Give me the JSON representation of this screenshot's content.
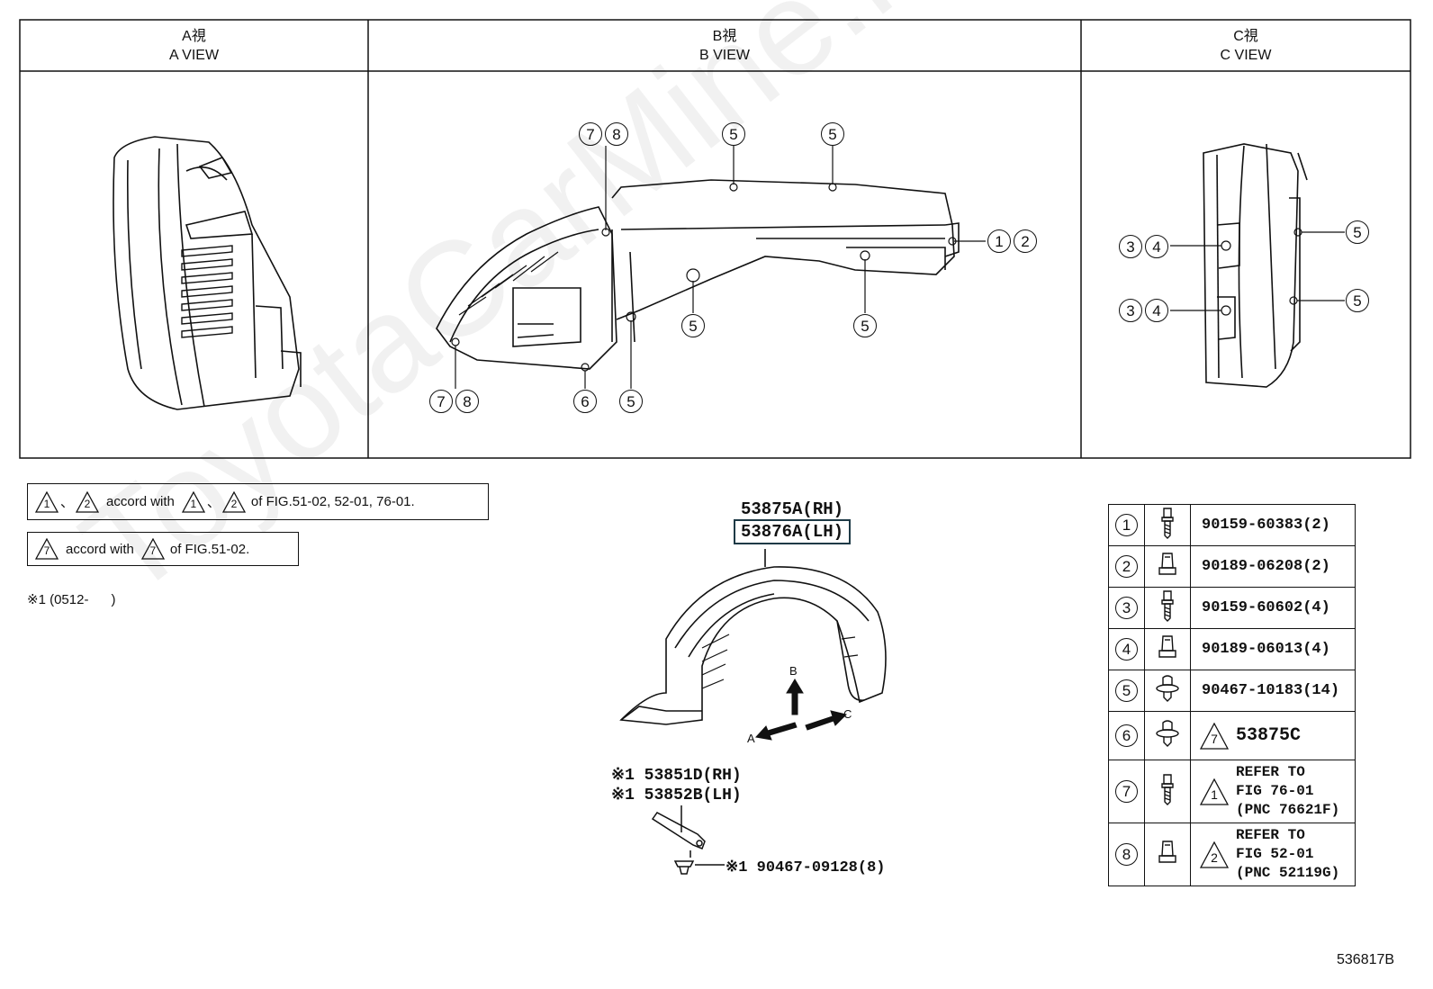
{
  "views": [
    {
      "jp": "A視",
      "en": "A VIEW"
    },
    {
      "jp": "B視",
      "en": "B VIEW"
    },
    {
      "jp": "C視",
      "en": "C VIEW"
    }
  ],
  "callouts": {
    "b_78_top": [
      "7",
      "8"
    ],
    "b_5_top1": "5",
    "b_5_top2": "5",
    "b_12": [
      "1",
      "2"
    ],
    "b_5_mid1": "5",
    "b_5_mid2": "5",
    "b_78_bottom": [
      "7",
      "8"
    ],
    "b_6": "6",
    "b_5_bottom": "5",
    "c_34_top": [
      "3",
      "4"
    ],
    "c_34_bottom": [
      "3",
      "4"
    ],
    "c_5_top": "5",
    "c_5_bottom": "5"
  },
  "notes": {
    "note1": {
      "tri_a": "1",
      "tri_b": "2",
      "sep": "、",
      "accord": "accord with",
      "tri_c": "1",
      "tri_d": "2",
      "fig": "of FIG.51-02, 52-01, 76-01."
    },
    "note2": {
      "tri_a": "7",
      "accord": "accord with",
      "tri_b": "7",
      "fig": "of FIG.51-02."
    },
    "note3": "※1 (0512-      )"
  },
  "main_part": {
    "rh": "53875A(RH)",
    "lh": "53876A(LH)"
  },
  "arrows": {
    "a": "A",
    "b": "B",
    "c": "C"
  },
  "sub_part": {
    "rh": "※1 53851D(RH)",
    "lh": "※1 53852B(LH)",
    "bolt": "※1 90467-09128(8)"
  },
  "parts": [
    {
      "no": "1",
      "icon": "bolt-icon",
      "label": "90159-60383(2)"
    },
    {
      "no": "2",
      "icon": "nut-icon",
      "label": "90189-06208(2)"
    },
    {
      "no": "3",
      "icon": "bolt-icon",
      "label": "90159-60602(4)"
    },
    {
      "no": "4",
      "icon": "nut-icon",
      "label": "90189-06013(4)"
    },
    {
      "no": "5",
      "icon": "clip-icon",
      "label": "90467-10183(14)"
    },
    {
      "no": "6",
      "icon": "clip-icon",
      "tri": "7",
      "label": "53875C"
    },
    {
      "no": "7",
      "icon": "bolt-icon",
      "tri": "1",
      "label": "REFER TO\nFIG 76-01\n(PNC 76621F)"
    },
    {
      "no": "8",
      "icon": "nut-icon",
      "tri": "2",
      "label": "REFER TO\nFIG 52-01\n(PNC 52119G)"
    }
  ],
  "watermark": "ToyotaCarMine.ru",
  "figure_id": "536817B"
}
